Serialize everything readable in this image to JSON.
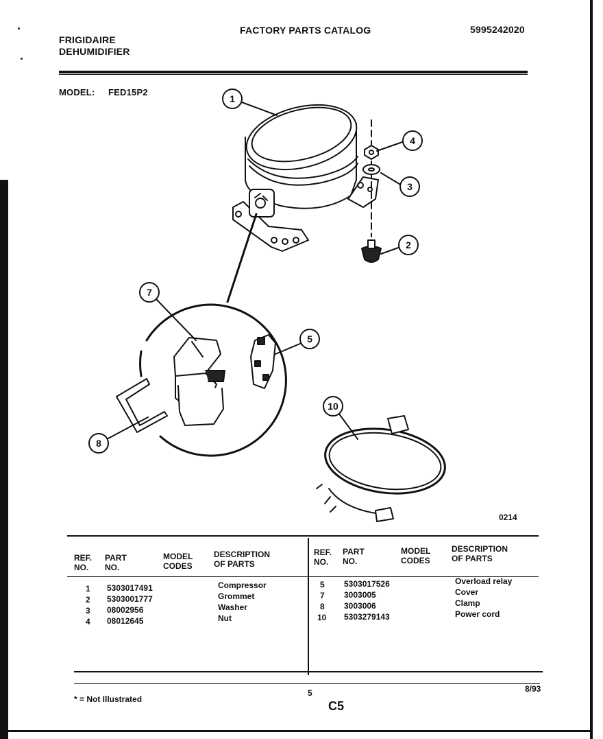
{
  "header": {
    "brand": "FRIGIDAIRE",
    "product": "DEHUMIDIFIER",
    "catalog_title": "FACTORY PARTS CATALOG",
    "catalog_number": "5995242020",
    "model_label": "MODEL:",
    "model_value": "FED15P2"
  },
  "diagram": {
    "code": "0214",
    "callouts": [
      "1",
      "2",
      "3",
      "4",
      "5",
      "7",
      "8",
      "10"
    ]
  },
  "table": {
    "headers": {
      "ref": "REF. NO.",
      "part": "PART NO.",
      "model_codes": "MODEL CODES",
      "description": "DESCRIPTION OF PARTS"
    },
    "left_rows": [
      {
        "ref": "1",
        "part": "5303017491",
        "desc": "Compressor"
      },
      {
        "ref": "2",
        "part": "5303001777",
        "desc": "Grommet"
      },
      {
        "ref": "3",
        "part": "08002956",
        "desc": "Washer"
      },
      {
        "ref": "4",
        "part": "08012645",
        "desc": "Nut"
      }
    ],
    "right_rows": [
      {
        "ref": "5",
        "part": "5303017526",
        "desc": "Overload relay"
      },
      {
        "ref": "7",
        "part": "3003005",
        "desc": "Cover"
      },
      {
        "ref": "8",
        "part": "3003006",
        "desc": "Clamp"
      },
      {
        "ref": "10",
        "part": "5303279143",
        "desc": "Power cord"
      }
    ]
  },
  "footer": {
    "note": "* = Not Illustrated",
    "page_number": "5",
    "section_code": "C5",
    "date": "8/93"
  }
}
